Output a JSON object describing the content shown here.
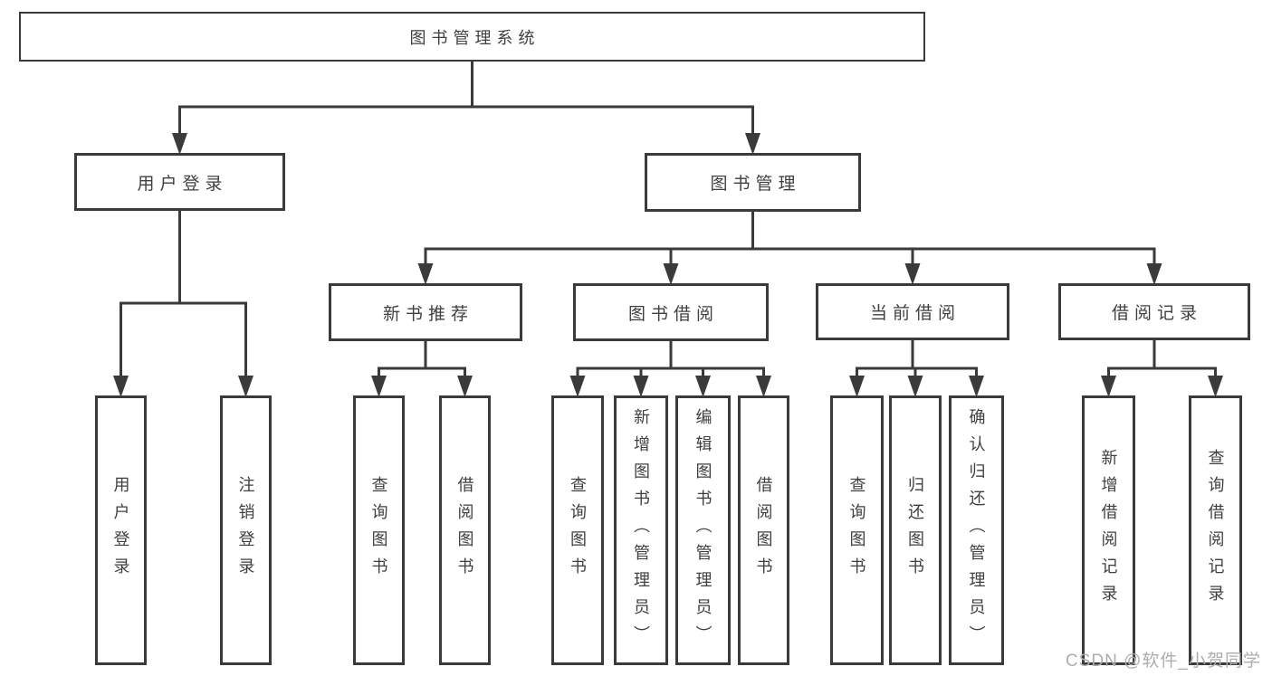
{
  "diagram_title": "图书管理系统",
  "watermark": "CSDN @软件_小贺同学",
  "colors": {
    "line": "#3a3a3a",
    "box_fill": "#ffffff",
    "text": "#3f3f3f",
    "watermark": "#adadad"
  },
  "nodes": [
    {
      "id": "root",
      "parent": null,
      "label": "图书管理系统"
    },
    {
      "id": "login-group",
      "parent": "root",
      "label": "用户登录"
    },
    {
      "id": "book-mgmt",
      "parent": "root",
      "label": "图书管理"
    },
    {
      "id": "user-login",
      "parent": "login-group",
      "label": "用户登录"
    },
    {
      "id": "logout",
      "parent": "login-group",
      "label": "注销登录"
    },
    {
      "id": "new-book-rec",
      "parent": "book-mgmt",
      "label": "新书推荐"
    },
    {
      "id": "book-borrow",
      "parent": "book-mgmt",
      "label": "图书借阅"
    },
    {
      "id": "current-borrow",
      "parent": "book-mgmt",
      "label": "当前借阅"
    },
    {
      "id": "borrow-records",
      "parent": "book-mgmt",
      "label": "借阅记录"
    },
    {
      "id": "nbr-query",
      "parent": "new-book-rec",
      "label": "查询图书"
    },
    {
      "id": "nbr-borrow",
      "parent": "new-book-rec",
      "label": "借阅图书"
    },
    {
      "id": "bb-query",
      "parent": "book-borrow",
      "label": "查询图书"
    },
    {
      "id": "bb-add",
      "parent": "book-borrow",
      "label": "新增图书（管理员）"
    },
    {
      "id": "bb-edit",
      "parent": "book-borrow",
      "label": "编辑图书（管理员）"
    },
    {
      "id": "bb-borrow",
      "parent": "book-borrow",
      "label": "借阅图书"
    },
    {
      "id": "cb-query",
      "parent": "current-borrow",
      "label": "查询图书"
    },
    {
      "id": "cb-return",
      "parent": "current-borrow",
      "label": "归还图书"
    },
    {
      "id": "cb-confirm",
      "parent": "current-borrow",
      "label": "确认归还（管理员）"
    },
    {
      "id": "br-add",
      "parent": "borrow-records",
      "label": "新增借阅记录"
    },
    {
      "id": "br-query",
      "parent": "borrow-records",
      "label": "查询借阅记录"
    }
  ]
}
